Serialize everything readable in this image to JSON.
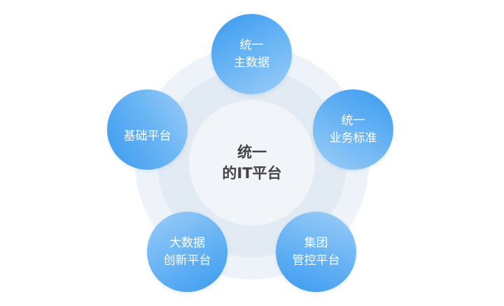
{
  "center": {
    "line1": "统一",
    "line2": "的IT平台"
  },
  "nodes": [
    {
      "line1": "统一",
      "line2": "主数据"
    },
    {
      "line1": "统一",
      "line2": "业务标准"
    },
    {
      "line1": "集团",
      "line2": "管控平台"
    },
    {
      "line1": "大数据",
      "line2": "创新平台"
    },
    {
      "line1": "",
      "line2": "基础平台"
    }
  ],
  "colors": {
    "node_dark": "#3b9bef",
    "node_light": "#9ccdf8",
    "ring_outer": "#eef3f9",
    "ring_middle": "#e2eaf3",
    "center_fill": "#f1f5fa",
    "center_text": "#444444"
  }
}
